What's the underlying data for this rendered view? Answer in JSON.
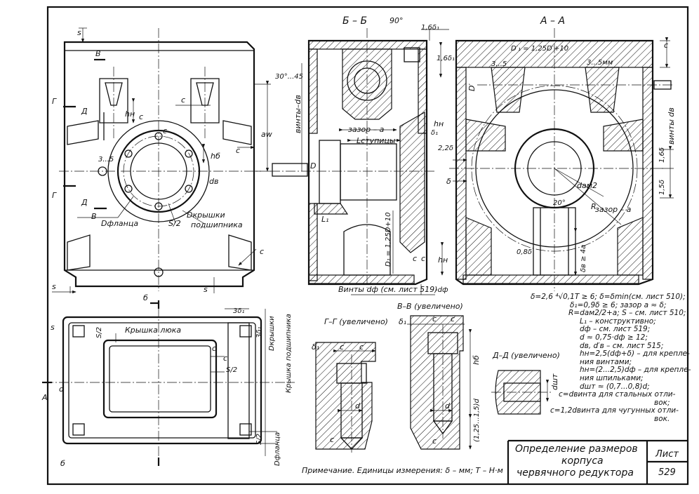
{
  "section_titles": {
    "bb": "Б – Б",
    "aa": "А – А",
    "gg": "Г–Г (увеличено)",
    "vv": "В–В (увеличено)",
    "dd": "Д–Д (увеличено)"
  },
  "section_bb_angle": "90°",
  "labels": {
    "s": "s",
    "c": "c",
    "d": "d",
    "l1": "L₁",
    "b_cut": "б",
    "a_cut": "А",
    "v_cut": "В",
    "g_cut": "Г",
    "d_cut": "Д",
    "h_n": "hн",
    "h_b": "hб",
    "a_w": "aw",
    "d_b": "dв",
    "d_f": "dф",
    "D": "D",
    "D_prime": "D′",
    "delta1": "δ₁",
    "delta": "δ",
    "gap_a": "зазор – a",
    "l_hub": "Lступицы",
    "angle_30_45": "30°...45",
    "range_3_5": "3...5",
    "range_3_5mm": "3...5мм",
    "D1_formula": "D′₁ = 1,25D′+10",
    "D1_vertical": "D₁ = 1,25D+10",
    "d_am2": "dам2",
    "R": "R",
    "angle_20": "20°",
    "delta_b": "δв ≥ 4a",
    "d_b_08": "0,8δ",
    "screws_db_left": "винты–dв",
    "screws_db_right": "винты dв",
    "screws_df": "Винты dф (см. лист 519)",
    "d_flange": "Dфланца",
    "d_cover": "Dкрышки",
    "bearing_cover": "подшипника",
    "bearing_cover_full": "Крышка подшипника",
    "hatch_cover": "Крышка люка",
    "s_2": "S/2",
    "delta_range_16": "1,6δ₁",
    "delta_range_16b": "1,6δ",
    "delta_22": "2,2δ",
    "delta_15": "1,5δ",
    "delta_3_1": "3δ₁",
    "dsht": "dшт",
    "minus_dphi": "-dф",
    "range_125_15": "(1,25...1,5)d",
    "delta_2": "2...2,5"
  },
  "formulas": [
    "δ=2,6 ⁴√0,1T ≥ 6; δ=δmin(см. лист 510);",
    "δ₁=0,9δ ≥ 6; зазор a ≈ δ;",
    "R=dам2/2+a; S – см. лист 510;",
    "L₁ – конструктивно;",
    "dф – см. лист 519;",
    "d ≈ 0,75·dф ≥ 12;",
    "dв, d′в – см. лист 515;",
    "hн=2,5(dф+δ) – для крепле-",
    "ния винтами;",
    "hн=(2...2,5)dф – для крепле-",
    "ния шпильками;",
    "dшт ≈ (0,7...0,8)d;",
    "c=dвинта для стальных отли-",
    "вок;",
    "c=1,2dвинта для чугунных отли-",
    "вок."
  ],
  "note": "Примечание. Единицы измерения: δ – мм; T – Н·м",
  "title_block": {
    "title_lines": [
      "Определение размеров",
      "корпуса",
      "червячного редуктора"
    ],
    "sheet_label": "Лист",
    "sheet_number": "529"
  }
}
